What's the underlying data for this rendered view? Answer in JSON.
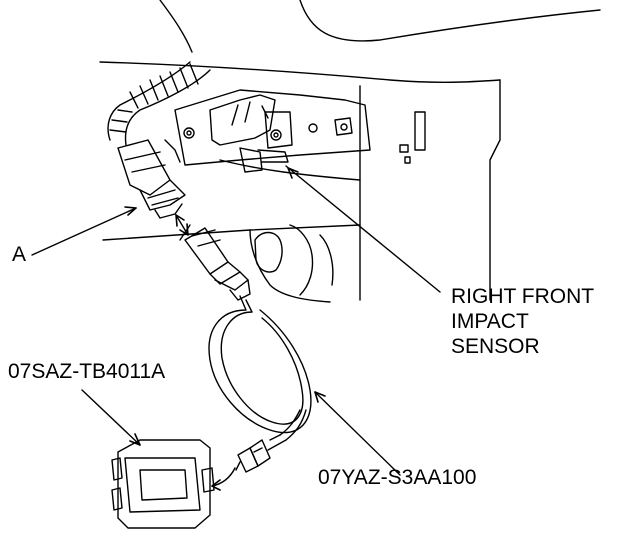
{
  "labels": {
    "sensor_line1": "RIGHT FRONT",
    "sensor_line2": "IMPACT",
    "sensor_line3": "SENSOR",
    "callout_a": "A",
    "tool_simulator": "07SAZ-TB4011A",
    "tool_harness": "07YAZ-S3AA100"
  },
  "colors": {
    "line": "#000000",
    "background": "#ffffff"
  }
}
